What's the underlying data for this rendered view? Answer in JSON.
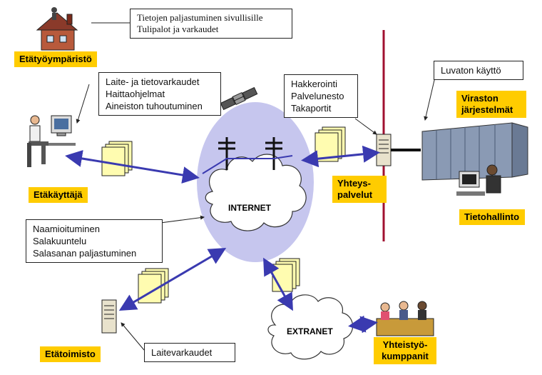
{
  "home": {
    "label": "Etätyöympäristö",
    "risks": [
      "Tietojen paljastuminen sivullisille",
      "Tulipalot ja varkaudet"
    ]
  },
  "remote_user": {
    "label": "Etäkäyttäjä",
    "risks": [
      "Laite- ja tietovarkaudet",
      "Haittaohjelmat",
      "Aineiston tuhoutuminen"
    ]
  },
  "internet": {
    "label": "INTERNET",
    "risks": [
      "Naamioituminen",
      "Salakuuntelu",
      "Salasanan paljastuminen"
    ]
  },
  "gateway": {
    "label_lines": [
      "Yhteys-",
      "palvelut"
    ],
    "risks": [
      "Hakkerointi",
      "Palvelunesto",
      "Takaportit"
    ]
  },
  "agency": {
    "label_lines": [
      "Viraston",
      "järjestelmät"
    ],
    "risk": "Luvaton käyttö"
  },
  "it_admin": {
    "label": "Tietohallinto"
  },
  "remote_office": {
    "label": "Etätoimisto",
    "risk": "Laitevarkaudet"
  },
  "extranet": {
    "label": "EXTRANET"
  },
  "partners": {
    "label_lines": [
      "Yhteistyö-",
      "kumppanit"
    ]
  },
  "colors": {
    "label_bg": "#ffcc00",
    "internet_oval": "#c6c6ee",
    "arrow": "#3a3ab0",
    "firewall": "#a01030",
    "document": "#fffcb0"
  }
}
